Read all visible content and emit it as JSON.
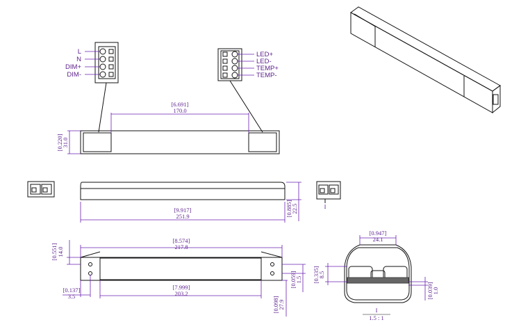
{
  "input_terminal": {
    "labels": [
      "L",
      "N",
      "DIM+",
      "DIM-"
    ]
  },
  "output_terminal": {
    "labels": [
      "LED+",
      "LED-",
      "TEMP+",
      "TEMP-"
    ]
  },
  "top_view": {
    "inch": "[6.691]",
    "mm": "170.0",
    "h_inch": "[0.220]",
    "h_mm": "31.0"
  },
  "side_view": {
    "len_inch": "[9.917]",
    "len_mm": "251.9",
    "h_inch": "[0.885]",
    "h_mm": "22.5"
  },
  "end_view_mark": "I",
  "bottom_view": {
    "total_inch": "[8.574]",
    "total_mm": "217.8",
    "inner_inch": "[7.999]",
    "inner_mm": "203.2",
    "left_h_inch": "[0.551]",
    "left_h_mm": "14.0",
    "hole_inch": "[0.137]",
    "hole_mm": "3.5",
    "thick_inch": "[0.059]",
    "thick_mm": "1.5",
    "flange_inch": "[0.098]",
    "flange_mm": "27.9"
  },
  "section_view": {
    "w_inch": "[0.947]",
    "w_mm": "24.1",
    "h1_inch": "[0.335]",
    "h1_mm": "8.5",
    "h2_inch": "[0.039]",
    "h2_mm": "1.0",
    "title": "I",
    "scale": "1.5 : 1"
  }
}
